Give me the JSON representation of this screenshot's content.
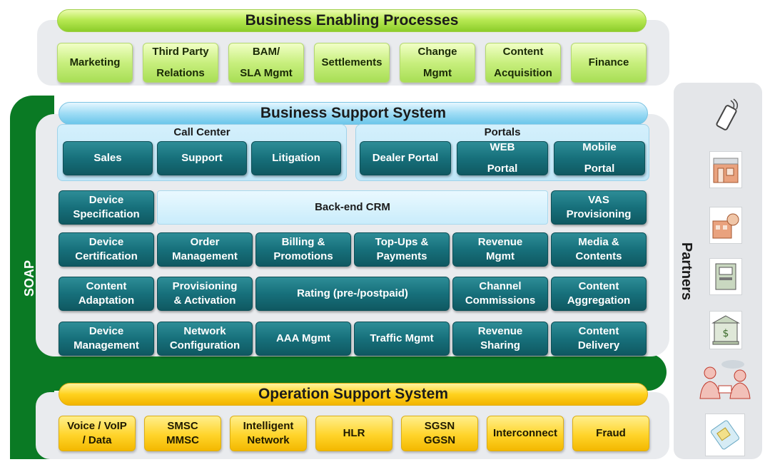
{
  "business_enabling": {
    "title": "Business Enabling Processes",
    "items": [
      {
        "line1": "Marketing",
        "line2": ""
      },
      {
        "line1": "Third Party",
        "line2": "Relations"
      },
      {
        "line1": "BAM/",
        "line2": "SLA Mgmt"
      },
      {
        "line1": "Settlements",
        "line2": ""
      },
      {
        "line1": "Change",
        "line2": "Mgmt"
      },
      {
        "line1": "Content",
        "line2": "Acquisition"
      },
      {
        "line1": "Finance",
        "line2": ""
      }
    ]
  },
  "soap_label": "SOAP",
  "bss": {
    "title": "Business Support System",
    "call_center": {
      "label": "Call Center",
      "items": [
        {
          "line1": "Sales"
        },
        {
          "line1": "Support"
        },
        {
          "line1": "Litigation"
        }
      ]
    },
    "portals": {
      "label": "Portals",
      "items": [
        {
          "line1": "Dealer Portal",
          "line2": ""
        },
        {
          "line1": "WEB",
          "line2": "Portal"
        },
        {
          "line1": "Mobile",
          "line2": "Portal"
        }
      ]
    },
    "row1": {
      "left": {
        "line1": "Device",
        "line2": "Specification"
      },
      "center": "Back-end CRM",
      "right": {
        "line1": "VAS",
        "line2": "Provisioning"
      }
    },
    "row2": [
      {
        "line1": "Device",
        "line2": "Certification"
      },
      {
        "line1": "Order",
        "line2": "Management"
      },
      {
        "line1": "Billing &",
        "line2": "Promotions"
      },
      {
        "line1": "Top-Ups &",
        "line2": "Payments"
      },
      {
        "line1": "Revenue",
        "line2": "Mgmt"
      },
      {
        "line1": "Media &",
        "line2": "Contents"
      }
    ],
    "row3": {
      "a": {
        "line1": "Content",
        "line2": "Adaptation"
      },
      "b": {
        "line1": "Provisioning",
        "line2": "& Activation"
      },
      "rating": "Rating (pre-/postpaid)",
      "c": {
        "line1": "Channel",
        "line2": "Commissions"
      },
      "d": {
        "line1": "Content",
        "line2": "Aggregation"
      }
    },
    "row4": [
      {
        "line1": "Device",
        "line2": "Management"
      },
      {
        "line1": "Network",
        "line2": "Configuration"
      },
      {
        "line1": "AAA Mgmt",
        "line2": ""
      },
      {
        "line1": "Traffic Mgmt",
        "line2": ""
      },
      {
        "line1": "Revenue",
        "line2": "Sharing"
      },
      {
        "line1": "Content",
        "line2": "Delivery"
      }
    ]
  },
  "oss": {
    "title": "Operation Support System",
    "items": [
      {
        "line1": "Voice / VoIP",
        "line2": "/ Data"
      },
      {
        "line1": "SMSC",
        "line2": "MMSC"
      },
      {
        "line1": "Intelligent",
        "line2": "Network"
      },
      {
        "line1": "HLR",
        "line2": ""
      },
      {
        "line1": "SGSN",
        "line2": "GGSN"
      },
      {
        "line1": "Interconnect",
        "line2": ""
      },
      {
        "line1": "Fraud",
        "line2": ""
      }
    ]
  },
  "partners": {
    "label": "Partners",
    "icons": [
      "mobile-phone-icon",
      "retail-store-icon",
      "dealer-shop-icon",
      "atm-icon",
      "bank-icon",
      "customers-icon",
      "sim-card-icon"
    ]
  },
  "colors": {
    "green_accent": "#a8de55",
    "teal_box": "#17707b",
    "yellow_box": "#ffd42a",
    "soap_green": "#0a7a24",
    "light_blue": "#c9ecfb"
  }
}
